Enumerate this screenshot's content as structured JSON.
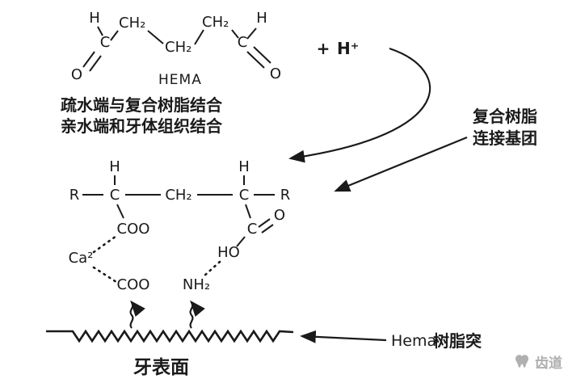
{
  "colors": {
    "ink": "#1a1a1a",
    "background": "#ffffff",
    "watermark": "#b0b0b0"
  },
  "top_structure": {
    "h_left": "H",
    "c_left": "C",
    "o_left": "O",
    "ch2_a": "CH₂",
    "ch2_b": "CH₂",
    "ch2_c": "CH₂",
    "c_right": "C",
    "h_right": "H",
    "o_right": "O",
    "label": "HEMA",
    "plus": "+",
    "proton": "H⁺"
  },
  "annotations": {
    "left_line1": "疏水端与复合树脂结合",
    "left_line2": "亲水端和牙体组织结合",
    "right_line1": "复合树脂",
    "right_line2": "连接基团",
    "resin_tag_latin": "Hema",
    "resin_tag_cn": "树脂突",
    "tooth_surface_label": "牙表面"
  },
  "polymer_structure": {
    "r_left": "R",
    "c_left": "C",
    "h_left": "H",
    "ch2": "CH₂",
    "c_right": "C",
    "h_right": "H",
    "r_right": "R",
    "coo_upper": "COO",
    "calcium": "Ca²",
    "coo_lower": "COO",
    "carbonyl_c": "C",
    "carbonyl_o": "O",
    "hydroxyl": "HO",
    "amine": "NH₂"
  },
  "watermark": {
    "icon": "tooth",
    "text": "齿道"
  }
}
